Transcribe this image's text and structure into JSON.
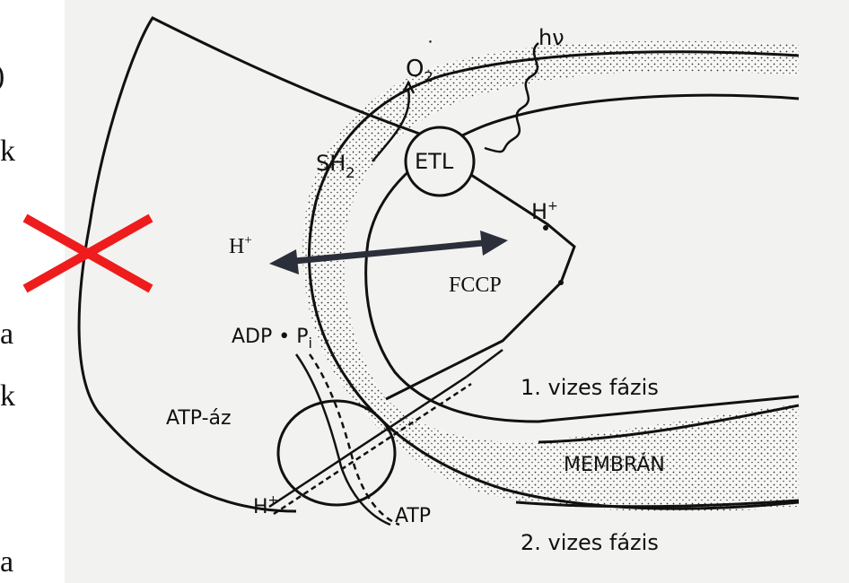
{
  "left_margin_text": [
    ")",
    "k",
    "a",
    "k",
    "a"
  ],
  "diagram": {
    "labels": {
      "o2": "O",
      "o2_sub": "2",
      "o2_sup": "˙",
      "hv": "hν",
      "sh2": "SH",
      "sh2_sub": "2",
      "etl": "ETL",
      "h_plus_right": "H",
      "h_plus_right_sup": "+",
      "adp_pi": "ADP • P",
      "adp_pi_sub": "i",
      "atp_az": "ATP-áz",
      "h_plus_bottom": "H",
      "h_plus_bottom_sup": "+",
      "atp": "ATP",
      "phase1": "1. vizes fázis",
      "membran": "MEMBRÁN",
      "phase2": "2. vizes fázis"
    },
    "overlay": {
      "h_plus": "H",
      "h_plus_sup": "+",
      "fccp": "FCCP"
    }
  },
  "colors": {
    "cross": "#ee1c1c",
    "arrow": "#2b2f3a",
    "scan_bg": "#f2f2f0"
  }
}
